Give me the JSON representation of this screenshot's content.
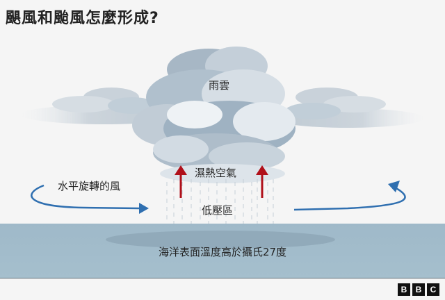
{
  "title": "颶風和颱風怎麼形成?",
  "labels": {
    "rain_cloud": "雨雲",
    "warm_moist_air": "濕熱空氣",
    "low_pressure": "低壓區",
    "rotating_wind": "水平旋轉的風",
    "sea_temperature": "海洋表面溫度高於攝氏27度"
  },
  "colors": {
    "background": "#f5f5f5",
    "sea": "#a0bacb",
    "wind_arrow": "#2f6fb0",
    "updraft_arrow": "#b0101a",
    "cloud": "#9fb2c2"
  },
  "logo": {
    "letters": [
      "B",
      "B",
      "C"
    ]
  }
}
